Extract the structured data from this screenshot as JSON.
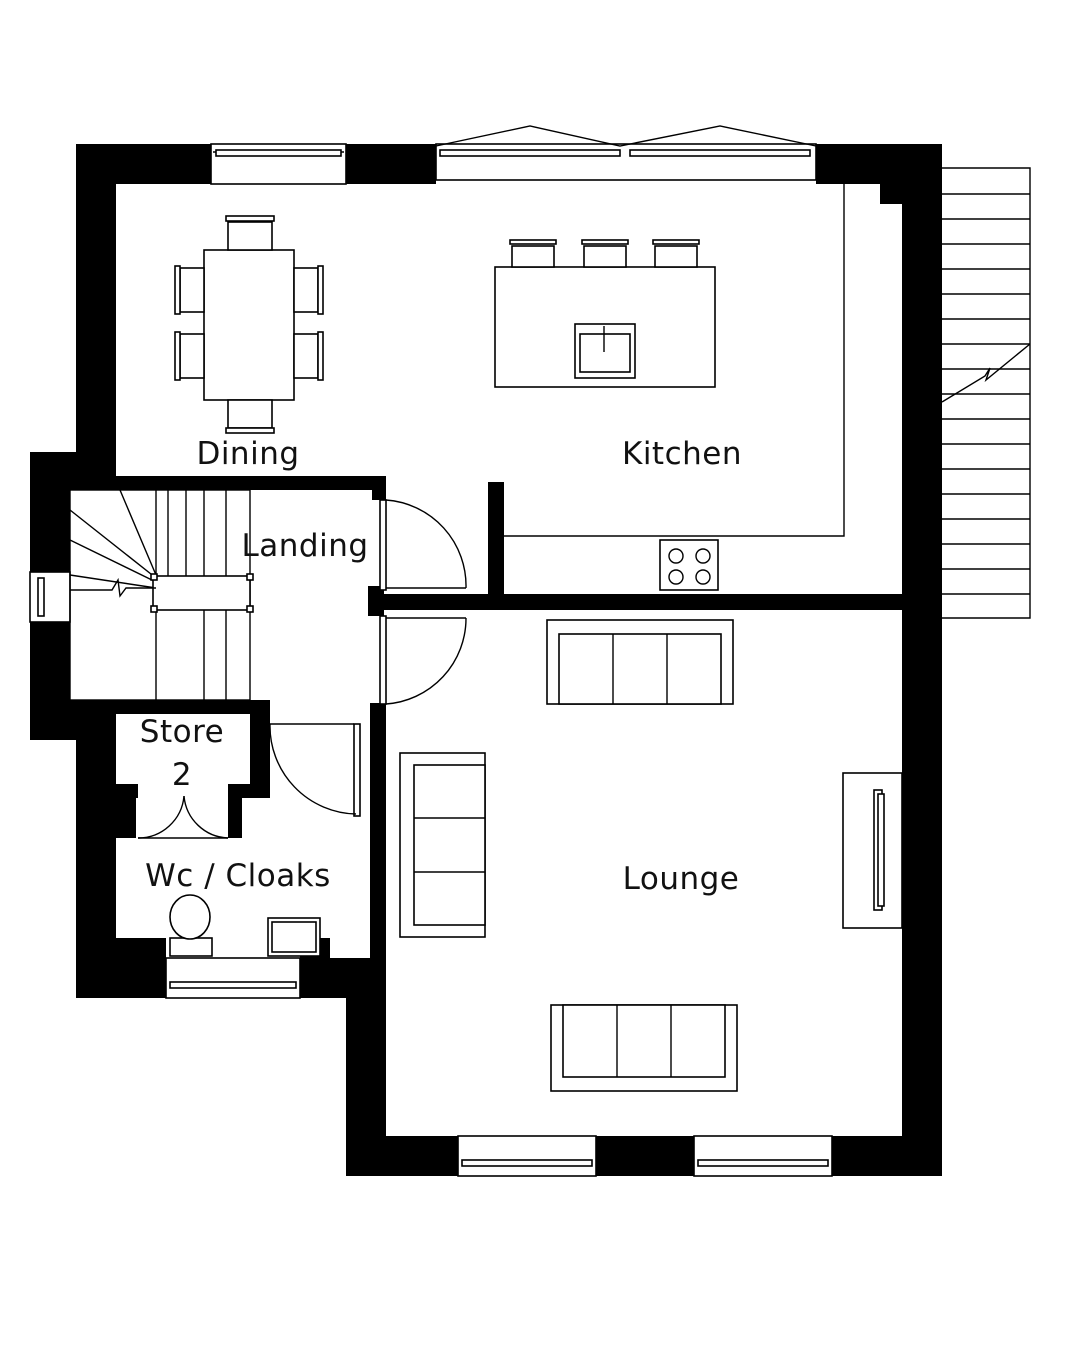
{
  "rooms": {
    "dining": "Dining",
    "kitchen": "Kitchen",
    "landing": "Landing",
    "store_line1": "Store",
    "store_line2": "2",
    "wc_cloaks": "Wc / Cloaks",
    "lounge": "Lounge"
  },
  "colors": {
    "wall": "#000000",
    "background": "#ffffff",
    "line": "#000000"
  }
}
